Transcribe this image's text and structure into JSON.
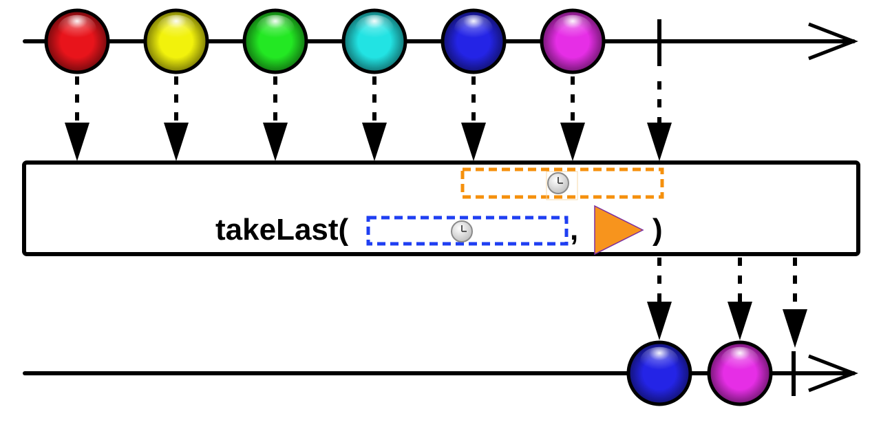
{
  "operator": {
    "name_text": "takeLast(",
    "separator_text": ",",
    "close_text": ")"
  },
  "source_stream": {
    "items": [
      {
        "name": "red",
        "color": "#e8141b"
      },
      {
        "name": "yellow",
        "color": "#f2f20c"
      },
      {
        "name": "green",
        "color": "#23e823"
      },
      {
        "name": "cyan",
        "color": "#22e3e3"
      },
      {
        "name": "blue",
        "color": "#2424e6"
      },
      {
        "name": "magenta",
        "color": "#e62ee6"
      }
    ],
    "completes": true
  },
  "result_stream": {
    "items": [
      {
        "name": "blue",
        "color": "#2424e6"
      },
      {
        "name": "magenta",
        "color": "#e62ee6"
      }
    ],
    "completes": true
  },
  "icons": {
    "window_duration": "clock-icon",
    "time_window_argument": "clock-icon",
    "scheduler_argument": "orange-triangle-icon"
  },
  "colors": {
    "time_window_box": "#f5900c",
    "duration_argument_box": "#1f3ff2",
    "scheduler_triangle": "#f7941d",
    "line": "#000000"
  }
}
